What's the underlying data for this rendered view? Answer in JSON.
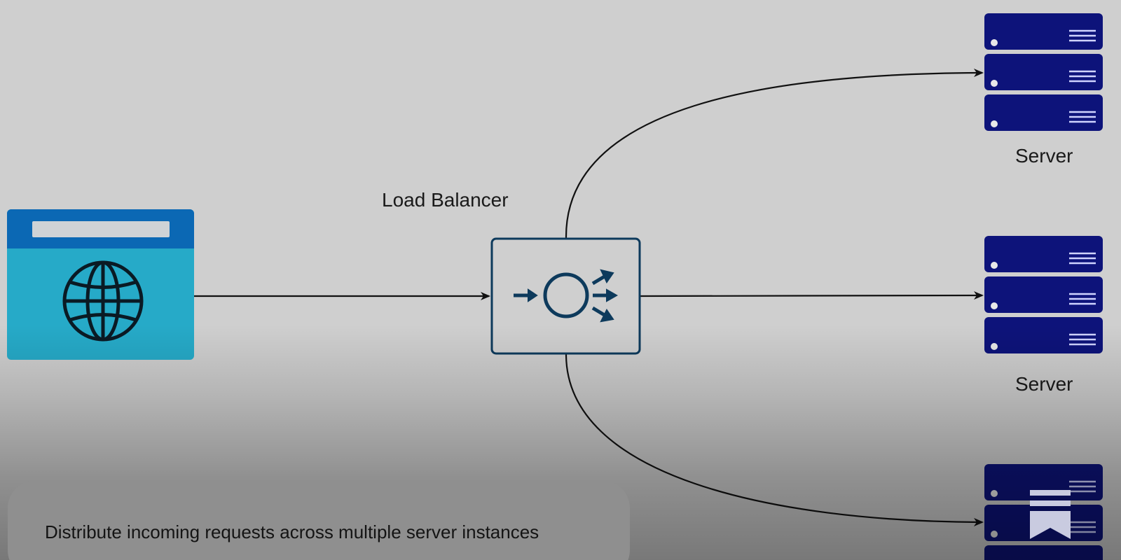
{
  "diagram": {
    "client": {
      "icon": "globe-browser-icon"
    },
    "load_balancer": {
      "label": "Load Balancer",
      "icon": "load-balancer-icon"
    },
    "servers": [
      {
        "label": "Server",
        "icon": "server-rack-icon"
      },
      {
        "label": "Server",
        "icon": "server-rack-icon"
      },
      {
        "label": "",
        "icon": "server-rack-icon"
      }
    ],
    "caption": "Distribute incoming requests across multiple server instances",
    "brand_icon": "bookmark-logo-icon",
    "colors": {
      "background": "#cfcfcf",
      "server_fill": "#0d137a",
      "client_header": "#0b68b4",
      "client_body": "#26aac8",
      "lb_border": "#0d3a5c",
      "edge": "#111111"
    }
  }
}
